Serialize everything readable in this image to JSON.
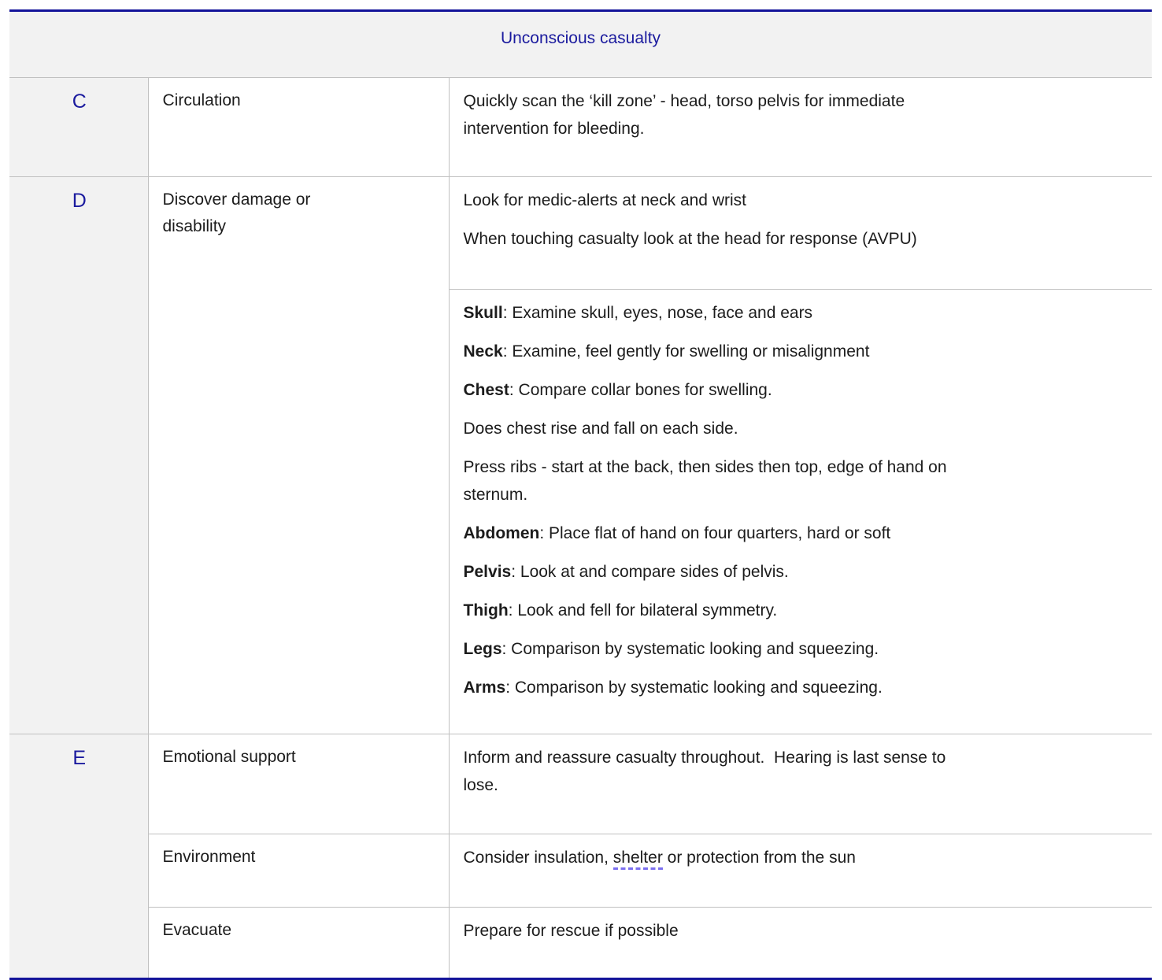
{
  "table": {
    "title": "Unconscious casualty",
    "colors": {
      "accent_rule": "#14149a",
      "title_text": "#1b1b9e",
      "letter_text": "#1b1b9e",
      "band_background": "#f2f2f2",
      "grid_line": "#c1c1c1",
      "body_text": "#1c1c1c",
      "spellcheck_underline": "#7b6ff0"
    },
    "rows": {
      "c": {
        "letter": "C",
        "label": "Circulation",
        "p1": "Quickly scan the ‘kill zone’ - head, torso pelvis for immediate\nintervention for bleeding."
      },
      "d": {
        "letter": "D",
        "label": "Discover damage or\ndisability",
        "top": {
          "p1": "Look for medic-alerts at neck and wrist",
          "p2": "When touching casualty look at the head for response (AVPU)"
        },
        "checks": [
          {
            "lead": "Skull",
            "text": ": Examine skull, eyes, nose, face and ears"
          },
          {
            "lead": "Neck",
            "text": ": Examine, feel gently for swelling or misalignment"
          },
          {
            "lead": "Chest",
            "text": ": Compare collar bones for swelling."
          },
          {
            "lead": "",
            "text": "Does chest rise and fall on each side."
          },
          {
            "lead": "",
            "text": "Press ribs - start at the back, then sides then top, edge of hand on\nsternum."
          },
          {
            "lead": "Abdomen",
            "text": ": Place flat of hand on four quarters, hard or soft"
          },
          {
            "lead": "Pelvis",
            "text": ": Look at and compare sides of pelvis."
          },
          {
            "lead": "Thigh",
            "text": ": Look and fell for bilateral symmetry."
          },
          {
            "lead": "Legs",
            "text": ": Comparison by systematic looking and squeezing."
          },
          {
            "lead": "Arms",
            "text": ": Comparison by systematic looking and squeezing."
          }
        ]
      },
      "e": {
        "letter": "E",
        "entries": [
          {
            "label": "Emotional support",
            "text": "Inform and reassure casualty throughout.  Hearing is last sense to\nlose."
          },
          {
            "label": "Environment",
            "text_before": "Consider insulation, ",
            "text_marked": "shelter",
            "text_after": " or protection from the sun"
          },
          {
            "label": "Evacuate",
            "text": "Prepare for rescue if possible"
          }
        ]
      }
    }
  }
}
